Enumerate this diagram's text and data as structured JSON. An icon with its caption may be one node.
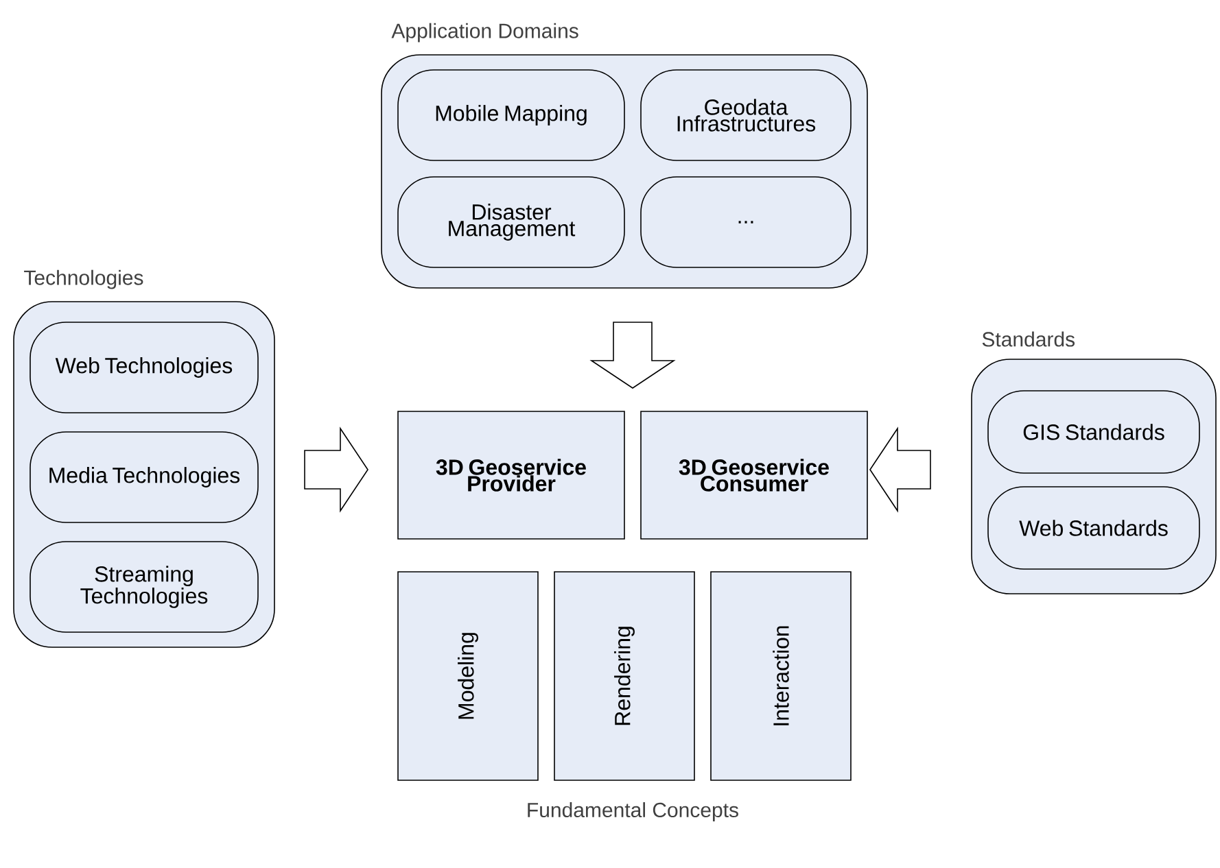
{
  "diagram": {
    "nodes": [
      {
        "text": [
          "Application Domains"
        ]
      },
      {
        "text": [
          "Mobile Mapping"
        ],
        "in": 0
      },
      {
        "text": [
          "Geodata Infrastructures"
        ],
        "in": 0
      },
      {
        "text": [
          "Disaster Management"
        ],
        "in": 0
      },
      {
        "text": [
          "..."
        ],
        "in": 0
      },
      {
        "text": [
          "Technologies"
        ]
      },
      {
        "text": [
          "Web Technologies"
        ],
        "in": 5
      },
      {
        "text": [
          "Media Technologies"
        ],
        "in": 5
      },
      {
        "text": [
          "Streaming Technologies"
        ],
        "in": 5
      },
      {
        "text": [
          "Standards"
        ]
      },
      {
        "text": [
          "GIS Standards"
        ],
        "in": 9
      },
      {
        "text": [
          "Web Standards"
        ],
        "in": 9
      },
      {
        "text": [
          "3D Geoservice Provider"
        ]
      },
      {
        "text": [
          "3D Geoservice Consumer"
        ]
      },
      {
        "text": [
          "Modeling"
        ]
      },
      {
        "text": [
          "Rendering"
        ]
      },
      {
        "text": [
          "Interaction"
        ]
      }
    ],
    "edges": [
      {
        "from": 0,
        "to": 12,
        "arrow": "to"
      },
      {
        "from": 0,
        "to": 13,
        "arrow": "to"
      },
      {
        "from": 5,
        "to": 12,
        "arrow": "to"
      },
      {
        "from": 9,
        "to": 13,
        "arrow": "to"
      }
    ],
    "labels": [
      "Fundamental Concepts"
    ]
  }
}
